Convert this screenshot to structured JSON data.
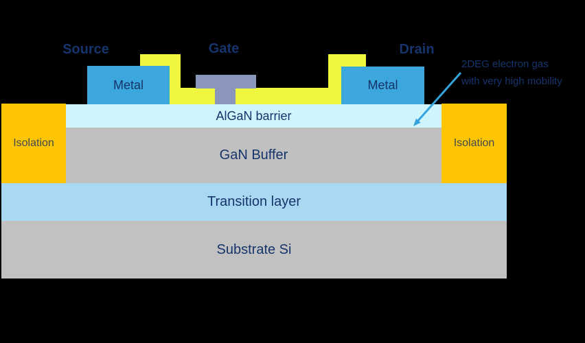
{
  "diagram": {
    "title_context": "GaN HEMT device cross-section",
    "terminals": {
      "source": "Source",
      "gate": "Gate",
      "drain": "Drain"
    },
    "metal_label": "Metal",
    "isolation_label": "Isolation",
    "layers": {
      "algan": "AlGaN barrier",
      "gan": "GaN Buffer",
      "transition": "Transition layer",
      "substrate": "Substrate Si"
    },
    "annotation": {
      "line1": "2DEG electron gas",
      "line2": "with very high mobility"
    },
    "colors": {
      "background": "#000000",
      "metal_blue": "#3BA7DC",
      "passivation_yellow": "#EEF63D",
      "isolation_gold": "#FEC502",
      "algan_cyan": "#CFF4FC",
      "gan_buffer_gray": "#C0C0C0",
      "transition_blue": "#A9D9F2",
      "substrate_gray": "#C1C1C1",
      "gate_metal_gray_blue": "#8B96BD",
      "text_navy": "#16346B",
      "isolation_text": "#41494E",
      "arrow_blue": "#35A3DB"
    }
  }
}
